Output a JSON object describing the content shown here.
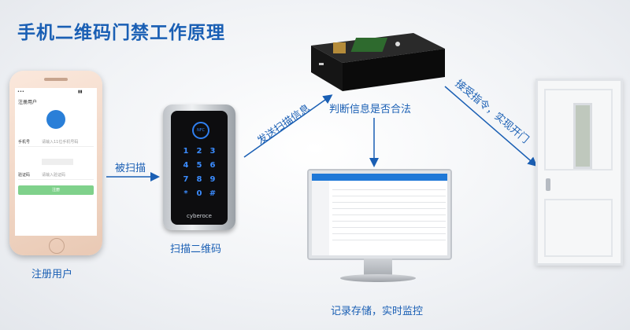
{
  "title": "手机二维码门禁工作原理",
  "labels": {
    "register": "注册用户",
    "scanned": "被扫描",
    "scan_qr": "扫描二维码",
    "send_scan": "发送扫描信息",
    "judge": "判断信息是否合法",
    "receive": "接受指令，实现开门",
    "record": "记录存储，实时监控"
  },
  "phone": {
    "app_title": "注册用户",
    "fields": [
      "手机号",
      "请输入11位手机号码",
      "验证码",
      "请输入验证码"
    ],
    "button": "注册"
  },
  "reader": {
    "nfc": "NFC",
    "keys": [
      "1",
      "2",
      "3",
      "4",
      "5",
      "6",
      "7",
      "8",
      "9",
      "*",
      "0",
      "#"
    ],
    "brand": "cyberoce"
  },
  "colors": {
    "arrow": "#1a5fb4",
    "title": "#1a5fb4"
  }
}
